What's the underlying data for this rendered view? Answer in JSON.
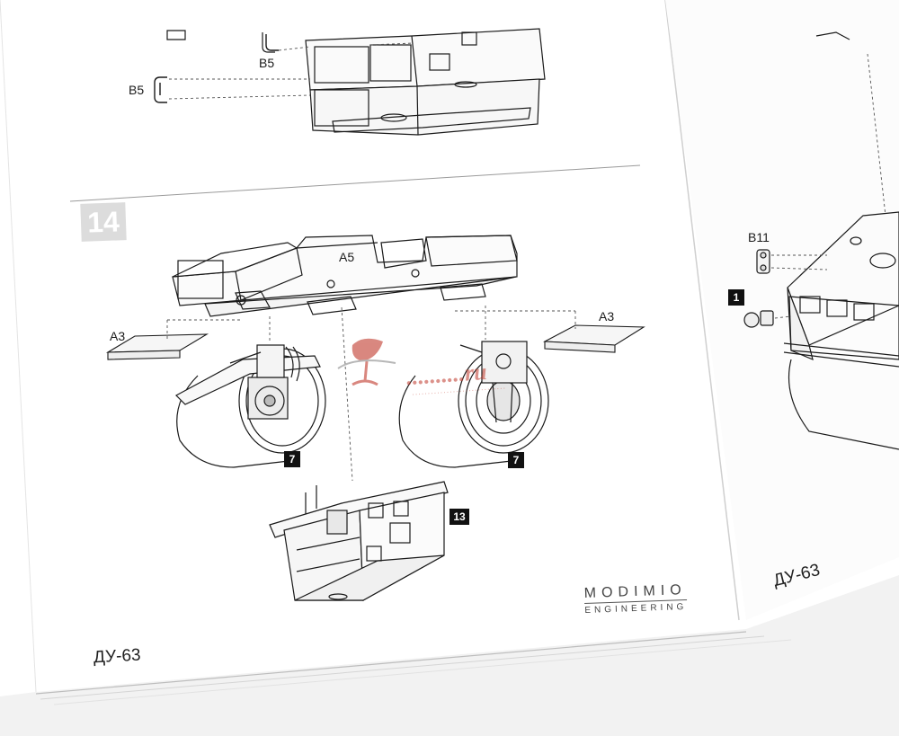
{
  "document": {
    "left_page": {
      "step_number": "14",
      "model_name": "ДУ-63",
      "brand": {
        "name": "MODIMIO",
        "subtitle": "ENGINEERING"
      },
      "part_labels": {
        "b5_upper": "B5",
        "b5_lower": "B5",
        "a5": "A5",
        "a3_left": "A3",
        "a3_right": "A3"
      },
      "part_badges": {
        "drum_left": "7",
        "drum_right": "7",
        "gearbox": "13"
      }
    },
    "right_page": {
      "model_name": "ДУ-63",
      "part_labels": {
        "b11": "B11"
      },
      "part_badges": {
        "step_part": "1"
      }
    },
    "watermark": {
      "text": "..........ru",
      "subtitle": "..............................",
      "icon": "wine-glass-icon"
    }
  },
  "colors": {
    "paper": "#ffffff",
    "line": "#1a1a1a",
    "step_badge": "#dcdcdc",
    "watermark": "#c0392b"
  }
}
